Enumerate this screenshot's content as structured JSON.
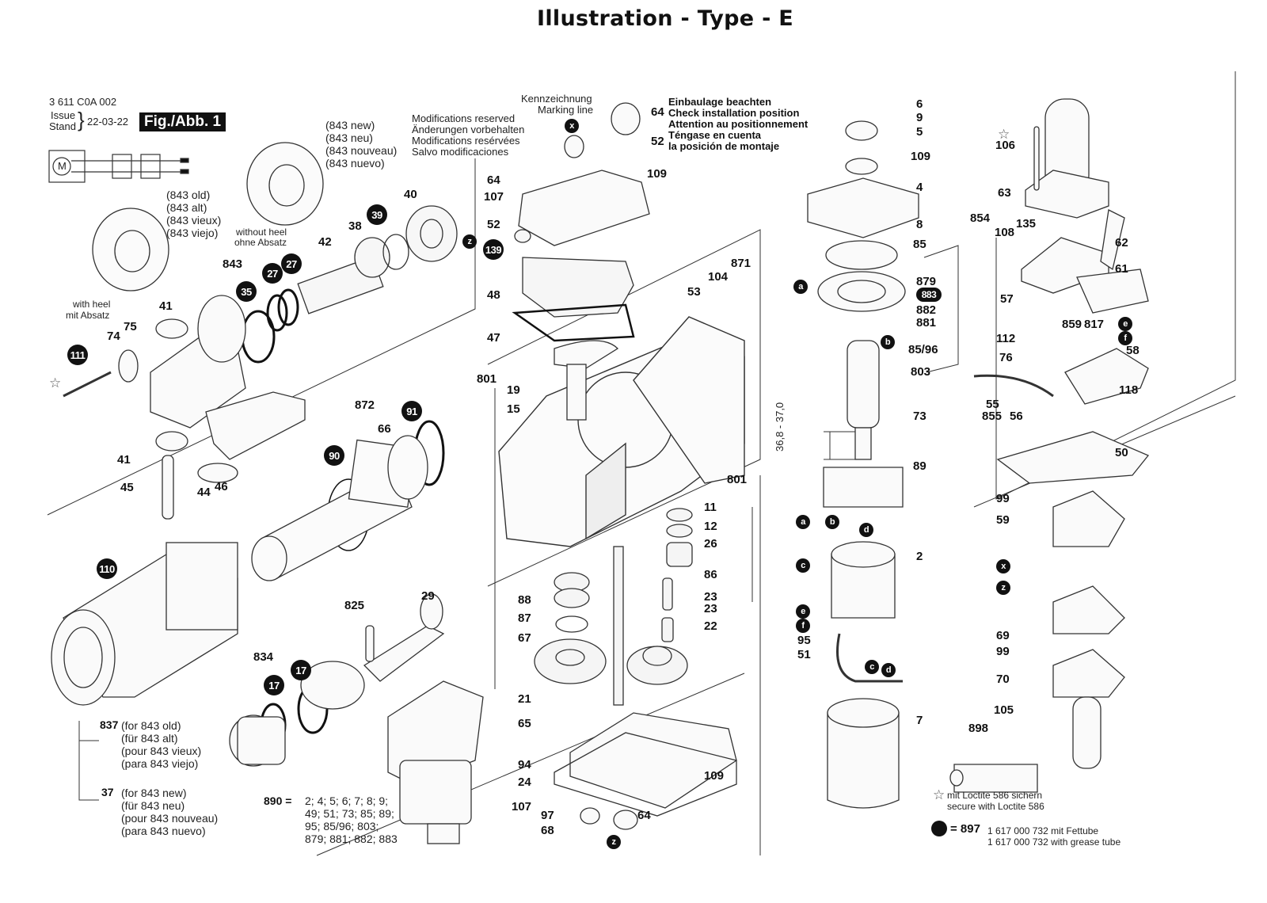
{
  "page_title": "Illustration - Type - E",
  "header": {
    "part_number": "3 611 C0A 002",
    "issue_label_en": "Issue",
    "issue_label_de": "Stand",
    "issue_date": "22-03-22",
    "figure_label": "Fig./Abb. 1"
  },
  "notes": {
    "modifications": [
      "Modifications reserved",
      "Änderungen vorbehalten",
      "Modifications resérvées",
      "Salvo modificaciones"
    ],
    "marking": [
      "Kennzeichnung",
      "Marking line"
    ],
    "installation": [
      "Einbaulage beachten",
      "Check installation position",
      "Attention au positionnement",
      "Téngase en cuenta",
      "la posición de montaje"
    ],
    "flange_new": [
      "(843 new)",
      "(843 neu)",
      "(843 nouveau)",
      "(843 nuevo)"
    ],
    "flange_old": [
      "(843 old)",
      "(843 alt)",
      "(843 vieux)",
      "(843 viejo)"
    ],
    "without_heel": [
      "without heel",
      "ohne Absatz"
    ],
    "with_heel": [
      "with heel",
      "mit Absatz"
    ],
    "part_837": {
      "number": "837",
      "lines": [
        "(for 843 old)",
        "(für 843 alt)",
        "(pour 843 vieux)",
        "(para 843 viejo)"
      ]
    },
    "part_37": {
      "number": "37",
      "lines": [
        "(for 843 new)",
        "(für 843 neu)",
        "(pour 843 nouveau)",
        "(para 843 nuevo)"
      ]
    },
    "kit_890": {
      "number": "890 =",
      "lines": [
        "2; 4; 5; 6; 7; 8; 9;",
        "49; 51; 73; 85; 89;",
        "95; 85/96; 803;",
        "879; 881; 882; 883"
      ]
    },
    "dimension": "36,8 - 37,0",
    "loctite": [
      "mit Loctite 586 sichern",
      "secure with Loctite 586"
    ],
    "grease": {
      "number": "= 897",
      "lines": [
        "1 617 000 732 mit Fettube",
        "1 617 000 732 with grease tube"
      ]
    }
  },
  "icons": {
    "loctite_star": "☆",
    "motor_symbol": "M"
  },
  "labels": {
    "l843": "843",
    "l41a": "41",
    "l75": "75",
    "l74": "74",
    "l41b": "41",
    "l45": "45",
    "l44": "44",
    "l46": "46",
    "l42": "42",
    "l38": "38",
    "l40": "40",
    "l872": "872",
    "l66": "66",
    "l825": "825",
    "l29": "29",
    "l834": "834",
    "l64a": "64",
    "l107a": "107",
    "l52a": "52",
    "l109a": "109",
    "l52b": "52",
    "l64b": "64",
    "l48": "48",
    "l47": "47",
    "l801a": "801",
    "l19": "19",
    "l15": "15",
    "l53": "53",
    "l104": "104",
    "l871": "871",
    "l801b": "801",
    "l11": "11",
    "l12": "12",
    "l26": "26",
    "l86": "86",
    "l23a": "23",
    "l23b": "23",
    "l22": "22",
    "l88": "88",
    "l87": "87",
    "l67": "67",
    "l21": "21",
    "l65": "65",
    "l94": "94",
    "l24": "24",
    "l107b": "107",
    "l97": "97",
    "l68": "68",
    "l64c": "64",
    "l109b": "109",
    "l6": "6",
    "l9": "9",
    "l5": "5",
    "l109c": "109",
    "l4": "4",
    "l8": "8",
    "l85": "85",
    "l879": "879",
    "l882": "882",
    "l881": "881",
    "l8596": "85/96",
    "l803": "803",
    "l73": "73",
    "l89": "89",
    "l2": "2",
    "l95": "95",
    "l51": "51",
    "l7": "7",
    "l106": "106",
    "l63": "63",
    "l854": "854",
    "l108": "108",
    "l135": "135",
    "l62": "62",
    "l61": "61",
    "l57": "57",
    "l859": "859",
    "l817": "817",
    "l58": "58",
    "l112": "112",
    "l76": "76",
    "l118": "118",
    "l55": "55",
    "l855": "855",
    "l56": "56",
    "l50": "50",
    "l99a": "99",
    "l59": "59",
    "l69": "69",
    "l99b": "99",
    "l70": "70",
    "l105": "105",
    "l898": "898"
  },
  "badges": {
    "b111": "111",
    "b35": "35",
    "b27a": "27",
    "b27b": "27",
    "b39": "39",
    "b91": "91",
    "b90": "90",
    "b110": "110",
    "b17a": "17",
    "b17b": "17",
    "b139": "139",
    "b883": "883",
    "bx1": "x",
    "bz1": "z",
    "bx2": "x",
    "bz2": "z",
    "bz3": "z",
    "ba1": "a",
    "bb1": "b",
    "ba2": "a",
    "bb2": "b",
    "bc1": "c",
    "bd1": "d",
    "be1": "e",
    "bf1": "f",
    "bc2": "c",
    "bd2": "d",
    "be2": "e",
    "bf2": "f"
  }
}
